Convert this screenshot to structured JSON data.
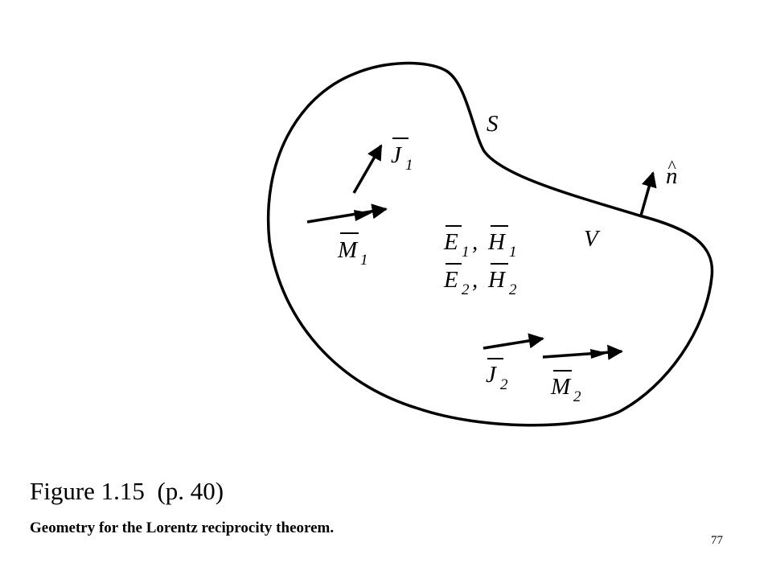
{
  "caption": {
    "figure_number": "Figure 1.15",
    "page_ref": "(p. 40)",
    "text": "Geometry for the Lorentz reciprocity theorem."
  },
  "page_number": "77",
  "diagram": {
    "surface_label": "S",
    "volume_label": "V",
    "normal_label": "n",
    "normal_hat": "^",
    "j1": {
      "symbol": "J",
      "subscript": "1"
    },
    "m1": {
      "symbol": "M",
      "subscript": "1"
    },
    "j2": {
      "symbol": "J",
      "subscript": "2"
    },
    "m2": {
      "symbol": "M",
      "subscript": "2"
    },
    "field_line_1": {
      "e": "E",
      "e_sub": "1",
      "sep": ",",
      "h": "H",
      "h_sub": "1"
    },
    "field_line_2": {
      "e": "E",
      "e_sub": "2",
      "sep": ",",
      "h": "H",
      "h_sub": "2"
    }
  }
}
